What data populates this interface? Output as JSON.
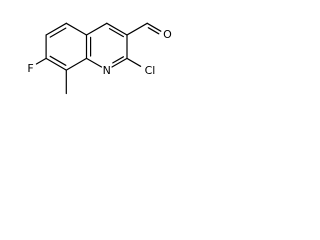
{
  "molecule": {
    "atoms": {
      "oxygen": "O",
      "fluorine": "F",
      "nitrogen": "N",
      "chlorine": "Cl"
    },
    "substituents": [
      "2-chloro",
      "3-formyl",
      "7-fluoro",
      "8-methyl"
    ],
    "ring_system": "quinoline"
  },
  "colors": {
    "bond": "#000000",
    "label": "#000000",
    "background": "#ffffff"
  }
}
